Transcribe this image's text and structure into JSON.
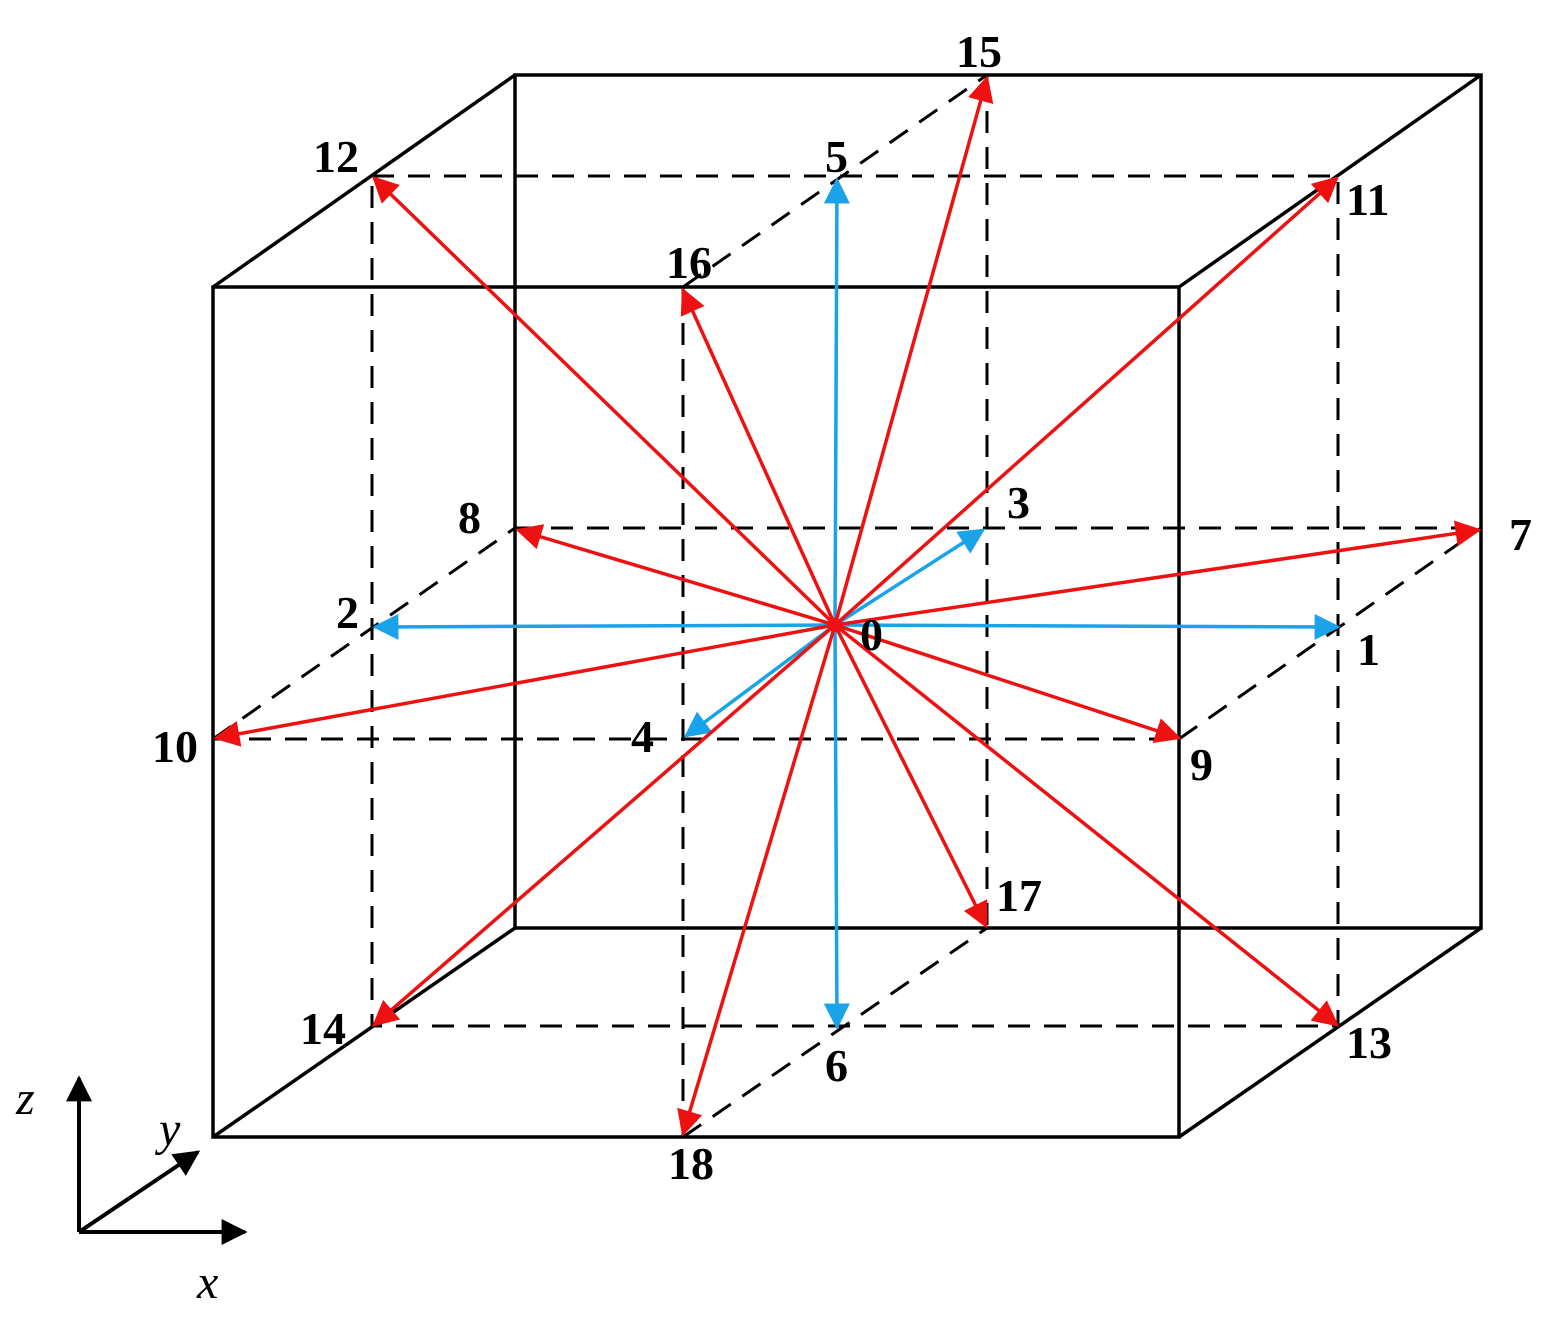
{
  "lattice": {
    "origin_label": "0",
    "colors": {
      "axis_vector": "#1aa3e8",
      "diagonal_vector": "#ee1111",
      "edge": "#000000"
    },
    "velocities": [
      {
        "id": "1",
        "kind": "axis",
        "label": "1"
      },
      {
        "id": "2",
        "kind": "axis",
        "label": "2"
      },
      {
        "id": "3",
        "kind": "axis",
        "label": "3"
      },
      {
        "id": "4",
        "kind": "axis",
        "label": "4"
      },
      {
        "id": "5",
        "kind": "axis",
        "label": "5"
      },
      {
        "id": "6",
        "kind": "axis",
        "label": "6"
      },
      {
        "id": "7",
        "kind": "diagonal",
        "label": "7"
      },
      {
        "id": "8",
        "kind": "diagonal",
        "label": "8"
      },
      {
        "id": "9",
        "kind": "diagonal",
        "label": "9"
      },
      {
        "id": "10",
        "kind": "diagonal",
        "label": "10"
      },
      {
        "id": "11",
        "kind": "diagonal",
        "label": "11"
      },
      {
        "id": "12",
        "kind": "diagonal",
        "label": "12"
      },
      {
        "id": "13",
        "kind": "diagonal",
        "label": "13"
      },
      {
        "id": "14",
        "kind": "diagonal",
        "label": "14"
      },
      {
        "id": "15",
        "kind": "diagonal",
        "label": "15"
      },
      {
        "id": "16",
        "kind": "diagonal",
        "label": "16"
      },
      {
        "id": "17",
        "kind": "diagonal",
        "label": "17"
      },
      {
        "id": "18",
        "kind": "diagonal",
        "label": "18"
      }
    ]
  },
  "axes": {
    "x": "x",
    "y": "y",
    "z": "z"
  }
}
